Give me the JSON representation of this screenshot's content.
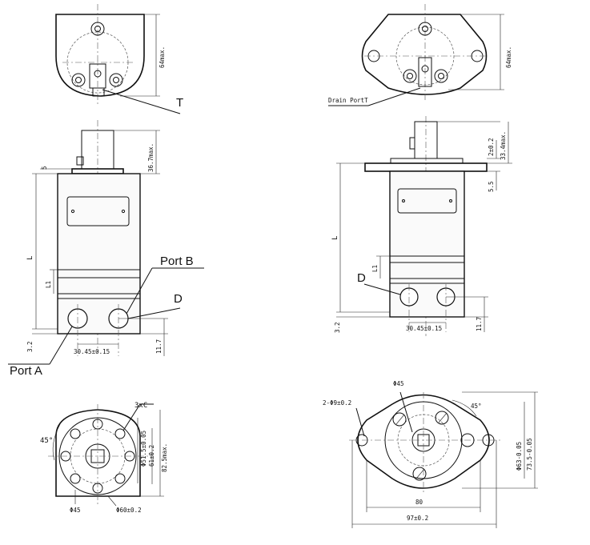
{
  "left_view": {
    "top": {
      "callout_T": "T",
      "dim_64max": "64max."
    },
    "side": {
      "dim_5": "5",
      "dim_367max": "36.7max.",
      "dim_L": "L",
      "dim_L1": "L1",
      "label_port_b": "Port B",
      "label_d": "D",
      "label_port_a": "Port A",
      "dim_32": "3.2",
      "dim_3045": "30.45±0.15",
      "dim_117": "11.7"
    },
    "bottom": {
      "label_3xc": "3xC",
      "dim_45deg": "45°",
      "dim_phi45": "Φ45",
      "dim_phi60": "Φ60±0.2",
      "dim_phi51": "Φ51.5±0.05",
      "dim_61": "61±0.2",
      "dim_825max": "82.5max."
    }
  },
  "right_view": {
    "top": {
      "callout_drain": "Drain PortT",
      "dim_64max": "64max."
    },
    "side": {
      "dim_2": "2±0.2",
      "dim_334max": "33.4max.",
      "dim_55": "5.5",
      "dim_L": "L",
      "dim_L1": "L1",
      "label_d": "D",
      "dim_32": "3.2",
      "dim_3045": "30.45±0.15",
      "dim_117": "11.7"
    },
    "bottom": {
      "dim_phi45": "Φ45",
      "dim_2phi9": "2-Φ9±0.2",
      "dim_45deg": "45°",
      "dim_phi63": "Φ63-0.05",
      "dim_735": "73.5-0.05",
      "dim_80": "80",
      "dim_97": "97±0.2"
    }
  }
}
